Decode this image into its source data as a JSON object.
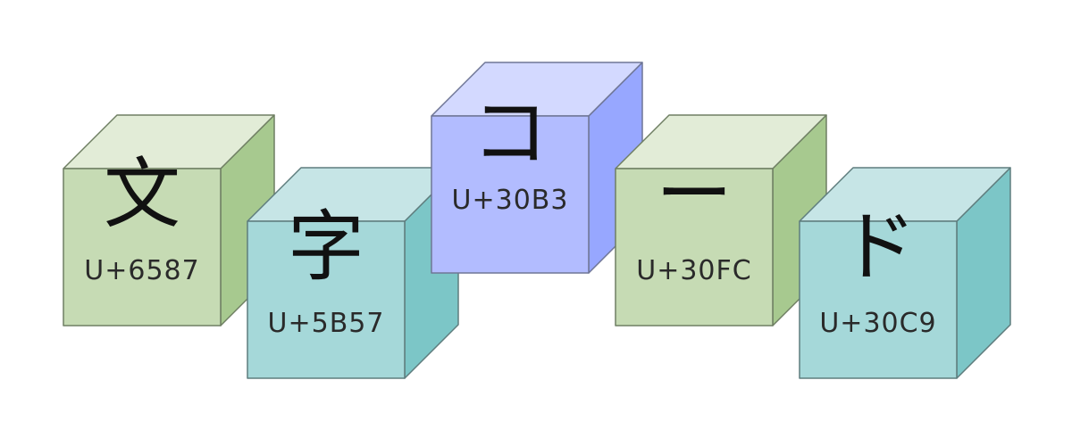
{
  "cubes": [
    {
      "glyph": "文",
      "code": "U+6587",
      "colors": {
        "front": "#c6dbb4",
        "top": "#e2ecd7",
        "side": "#a7c98f",
        "stroke": "#6f7f63"
      }
    },
    {
      "glyph": "字",
      "code": "U+5B57",
      "colors": {
        "front": "#a5d8d9",
        "top": "#c6e5e6",
        "side": "#7cc6c7",
        "stroke": "#5f7d7e"
      }
    },
    {
      "glyph": "コ",
      "code": "U+30B3",
      "colors": {
        "front": "#b2bcff",
        "top": "#d3d9ff",
        "side": "#97a7ff",
        "stroke": "#6f7696"
      }
    },
    {
      "glyph": "ー",
      "code": "U+30FC",
      "colors": {
        "front": "#c6dbb4",
        "top": "#e2ecd7",
        "side": "#a7c98f",
        "stroke": "#6f7f63"
      }
    },
    {
      "glyph": "ド",
      "code": "U+30C9",
      "colors": {
        "front": "#a5d8d9",
        "top": "#c6e5e6",
        "side": "#7cc6c7",
        "stroke": "#5f7d7e"
      }
    }
  ]
}
